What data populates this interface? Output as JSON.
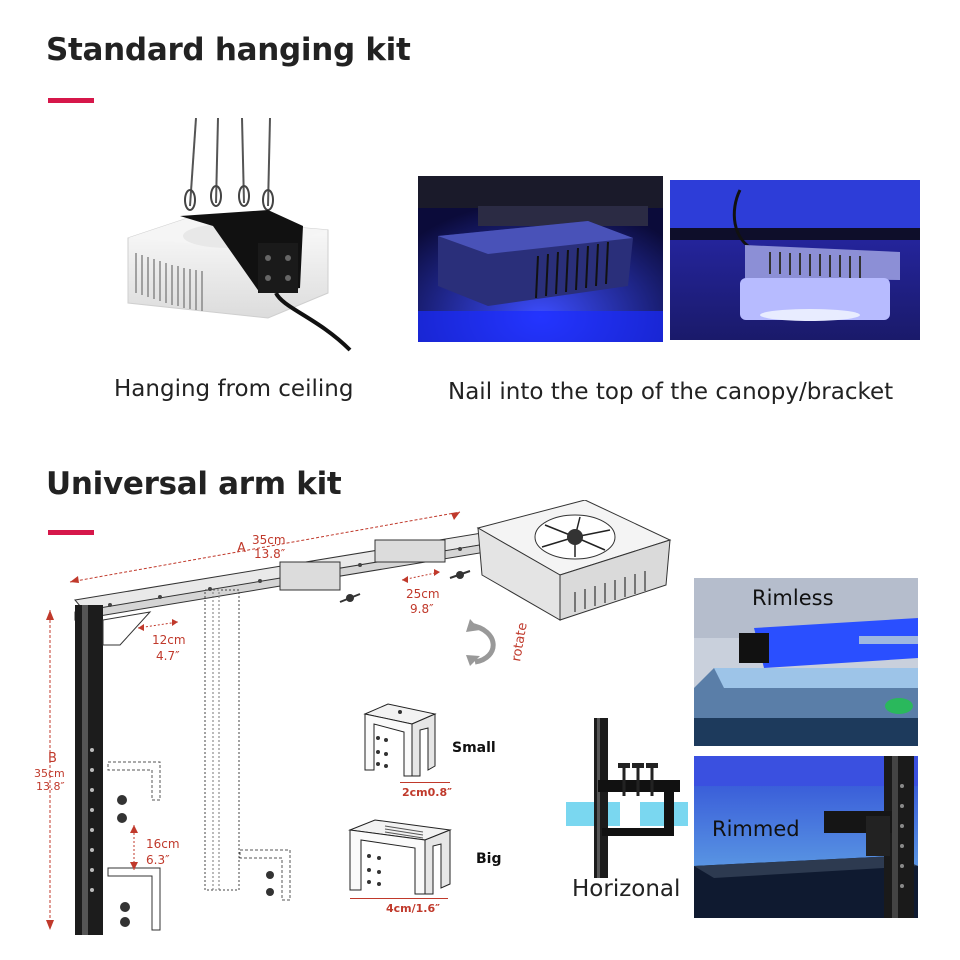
{
  "colors": {
    "accent": "#d6174a",
    "dimension": "#c0392b",
    "blue_light": "#2a33ff",
    "cyan_block": "#7ad7f0"
  },
  "section1": {
    "title": "Standard hanging kit",
    "caption_left": "Hanging from ceiling",
    "caption_right": "Nail into the top of the canopy/bracket"
  },
  "section2": {
    "title": "Universal arm kit",
    "dims": {
      "a_label": "A",
      "a_cm": "35cm",
      "a_in": "13.8″",
      "b_label": "B",
      "b_cm": "35cm",
      "b_in": "13.8″",
      "d12_cm": "12cm",
      "d12_in": "4.7″",
      "d25_cm": "25cm",
      "d25_in": "9.8″",
      "d16_cm": "16cm",
      "d16_in": "6.3″",
      "rotate": "rotate"
    },
    "bracket_small": {
      "label": "Small",
      "dim": "2cm0.8″"
    },
    "bracket_big": {
      "label": "Big",
      "dim": "4cm/1.6″"
    },
    "horizontal_label": "Horizonal",
    "rimless_label": "Rimless",
    "rimmed_label": "Rimmed"
  },
  "icons": [
    "light-fixture-icon",
    "clamp-icon",
    "rotate-arrow-icon"
  ]
}
